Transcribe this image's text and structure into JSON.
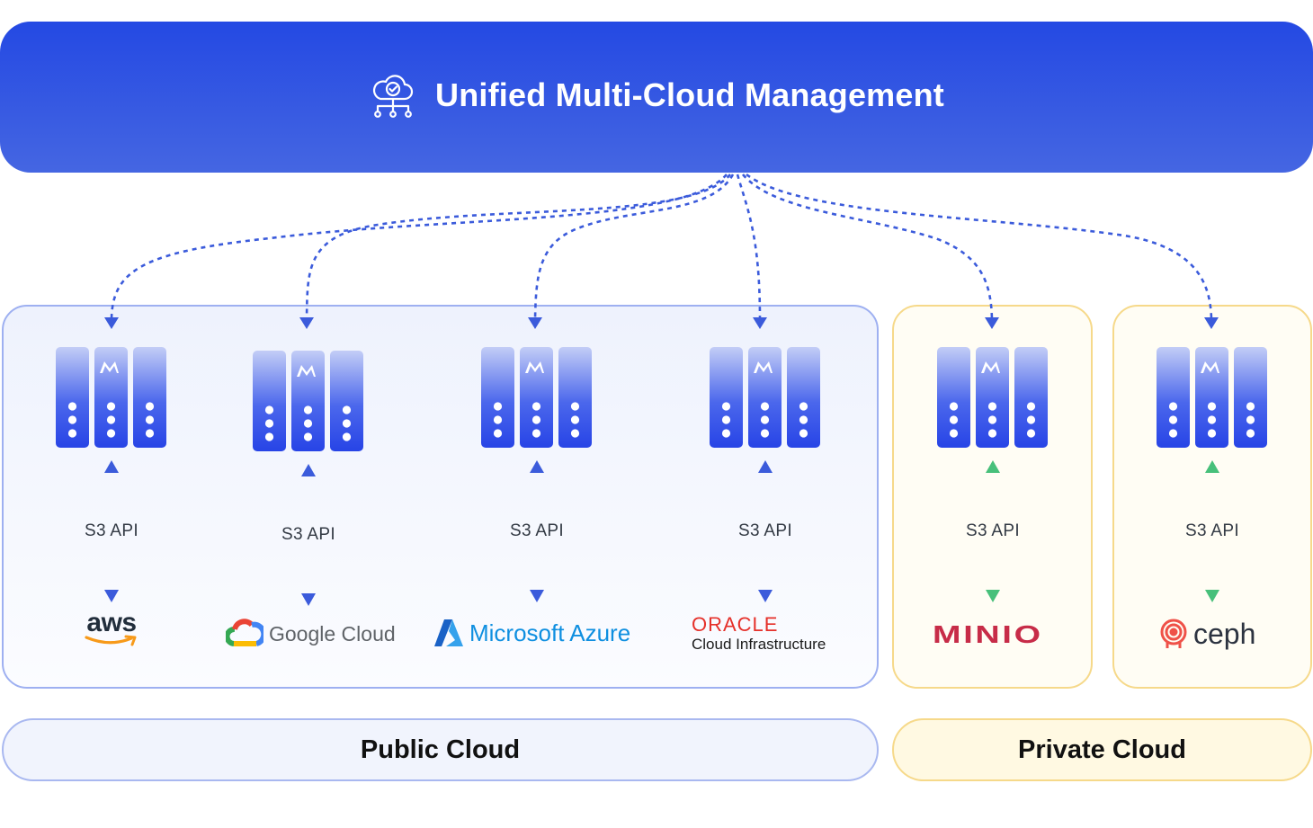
{
  "header": {
    "title": "Unified Multi-Cloud Management",
    "icon": "cloud-network-icon"
  },
  "api_label": "S3 API",
  "providers": [
    {
      "id": "aws",
      "name": "aws",
      "group": "public"
    },
    {
      "id": "google",
      "name": "Google Cloud",
      "group": "public"
    },
    {
      "id": "azure",
      "name": "Microsoft Azure",
      "group": "public"
    },
    {
      "id": "oracle",
      "name": "ORACLE",
      "subtitle": "Cloud Infrastructure",
      "group": "public"
    },
    {
      "id": "minio",
      "name": "MINIO",
      "group": "private"
    },
    {
      "id": "ceph",
      "name": "ceph",
      "group": "private"
    }
  ],
  "groups": {
    "public_label": "Public Cloud",
    "private_label": "Private Cloud"
  },
  "colors": {
    "banner": "#2449e3",
    "server": "#2f4fe6",
    "public_border": "#9eb0f1",
    "private_border": "#f6d98a",
    "public_arrow": "#3b5bdb",
    "private_arrow": "#47c07a",
    "oracle_red": "#e5302a",
    "azure_blue": "#0f8fe0",
    "minio_red": "#c72c48",
    "ceph_red": "#ef5148"
  }
}
